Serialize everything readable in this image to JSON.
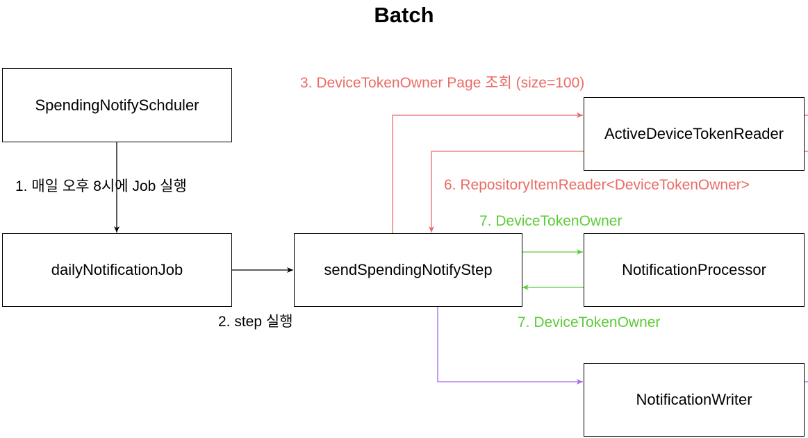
{
  "title": "Batch",
  "nodes": {
    "scheduler": "SpendingNotifySchduler",
    "job": "dailyNotificationJob",
    "step": "sendSpendingNotifyStep",
    "reader": "ActiveDeviceTokenReader",
    "processor": "NotificationProcessor",
    "writer": "NotificationWriter"
  },
  "edges": {
    "run_job": "1. 매일 오후 8시에 Job 실행",
    "run_step": "2. step 실행",
    "page_query": "3. DeviceTokenOwner Page 조회 (size=100)",
    "reader_return": "6. RepositoryItemReader<DeviceTokenOwner>",
    "to_processor": "7. DeviceTokenOwner",
    "from_processor": "7. DeviceTokenOwner"
  },
  "colors": {
    "black": "#000000",
    "red": "#EA6B66",
    "green": "#5CCB3B",
    "purple": "#A66BE8"
  }
}
